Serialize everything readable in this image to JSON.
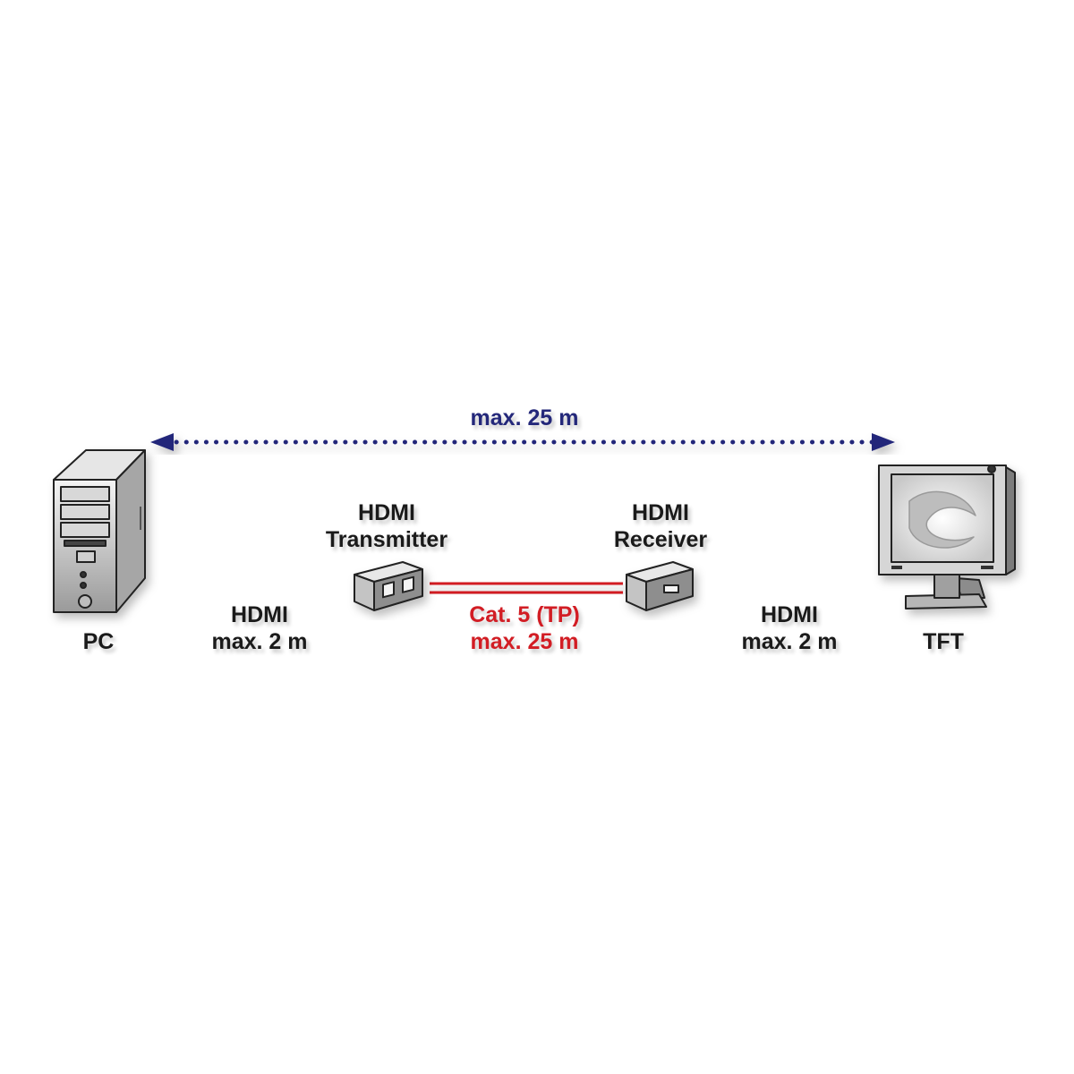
{
  "top_span": {
    "label": "max. 25 m"
  },
  "devices": {
    "pc": {
      "label": "PC"
    },
    "tft": {
      "label": "TFT"
    },
    "transmitter": {
      "line1": "HDMI",
      "line2": "Transmitter"
    },
    "receiver": {
      "line1": "HDMI",
      "line2": "Receiver"
    }
  },
  "links": {
    "pc_to_transmitter": {
      "line1": "HDMI",
      "line2": "max. 2 m"
    },
    "transmitter_to_receiver": {
      "line1": "Cat. 5 (TP)",
      "line2": "max. 25 m"
    },
    "receiver_to_tft": {
      "line1": "HDMI",
      "line2": "max. 2 m"
    }
  },
  "colors": {
    "blue": "#24287a",
    "red": "#d21d24",
    "cable": "#1a1a1a"
  },
  "icons": [
    "pc-tower-icon",
    "monitor-icon",
    "transmitter-box-icon",
    "receiver-box-icon"
  ]
}
